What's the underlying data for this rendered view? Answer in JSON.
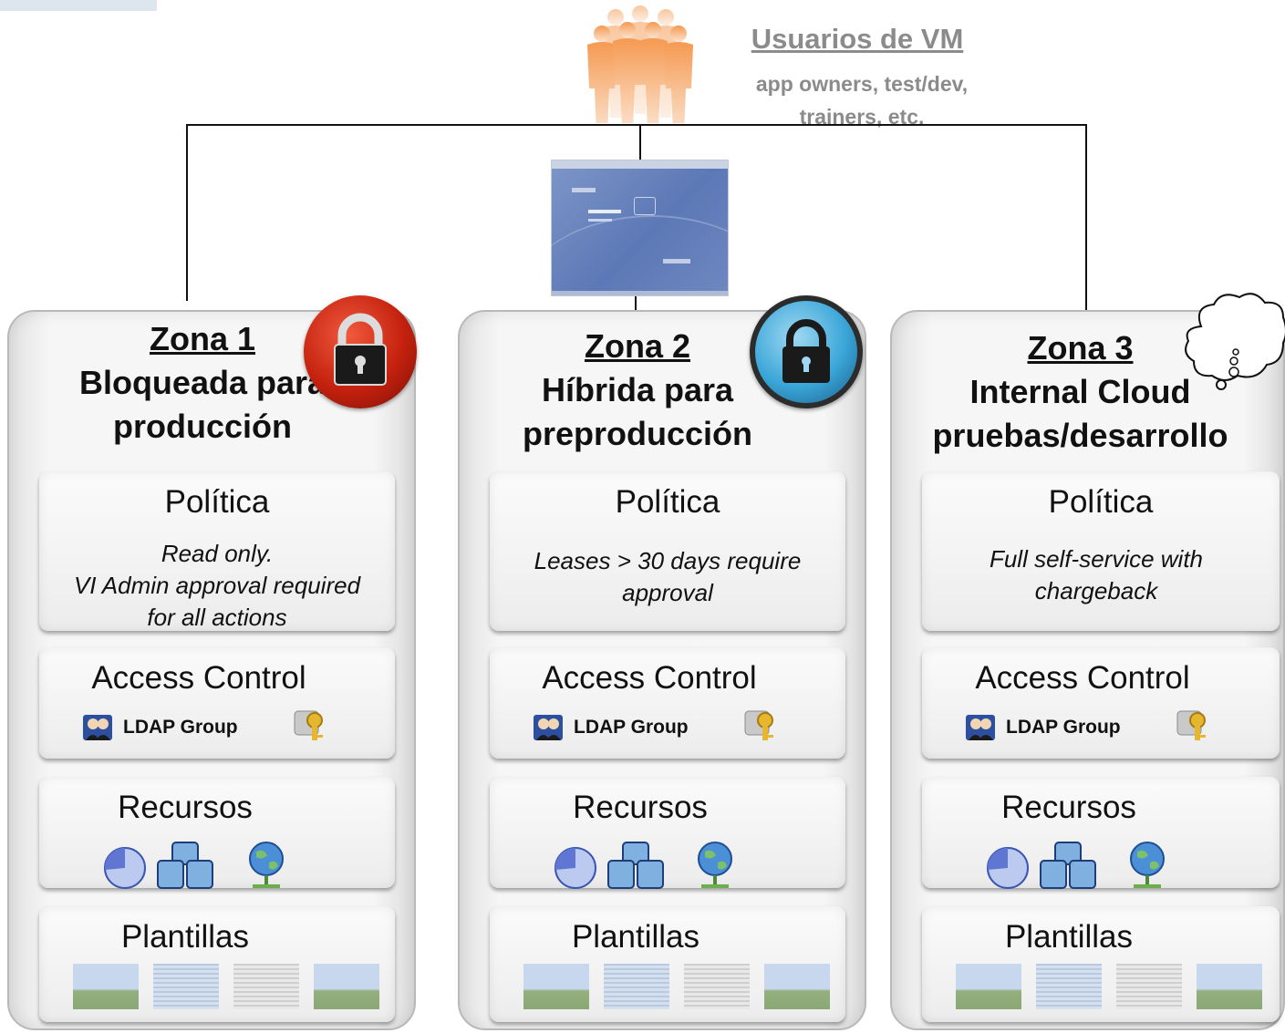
{
  "users": {
    "title": "Usuarios de VM",
    "subtitle_line1": "app owners, test/dev,",
    "subtitle_line2": "trainers, etc."
  },
  "zones": [
    {
      "number": "Zona 1",
      "line1": "Bloqueada para",
      "line2": "producción",
      "policy_title": "Política",
      "policy_lines": [
        "Read only.",
        "VI Admin approval required",
        "for all actions"
      ],
      "access_title": "Access Control",
      "ldap_label": "LDAP Group",
      "resources_title": "Recursos",
      "templates_title": "Plantillas",
      "badge": "lock-red-icon"
    },
    {
      "number": "Zona 2",
      "line1": "Híbrida para",
      "line2": "preproducción",
      "policy_title": "Política",
      "policy_lines": [
        "Leases > 30 days require",
        "approval",
        ""
      ],
      "access_title": "Access Control",
      "ldap_label": "LDAP Group",
      "resources_title": "Recursos",
      "templates_title": "Plantillas",
      "badge": "lock-blue-icon"
    },
    {
      "number": "Zona 3",
      "line1": "Internal Cloud",
      "line2": "pruebas/desarrollo",
      "policy_title": "Política",
      "policy_lines": [
        "Full self-service with",
        "chargeback",
        ""
      ],
      "access_title": "Access Control",
      "ldap_label": "LDAP Group",
      "resources_title": "Recursos",
      "templates_title": "Plantillas",
      "badge": "cloud-icon"
    }
  ],
  "colors": {
    "users_text": "#8b8b8b",
    "users_figures": "#f39a5a",
    "lock_red": "#c4210e",
    "lock_blue": "#3aa6d8"
  }
}
